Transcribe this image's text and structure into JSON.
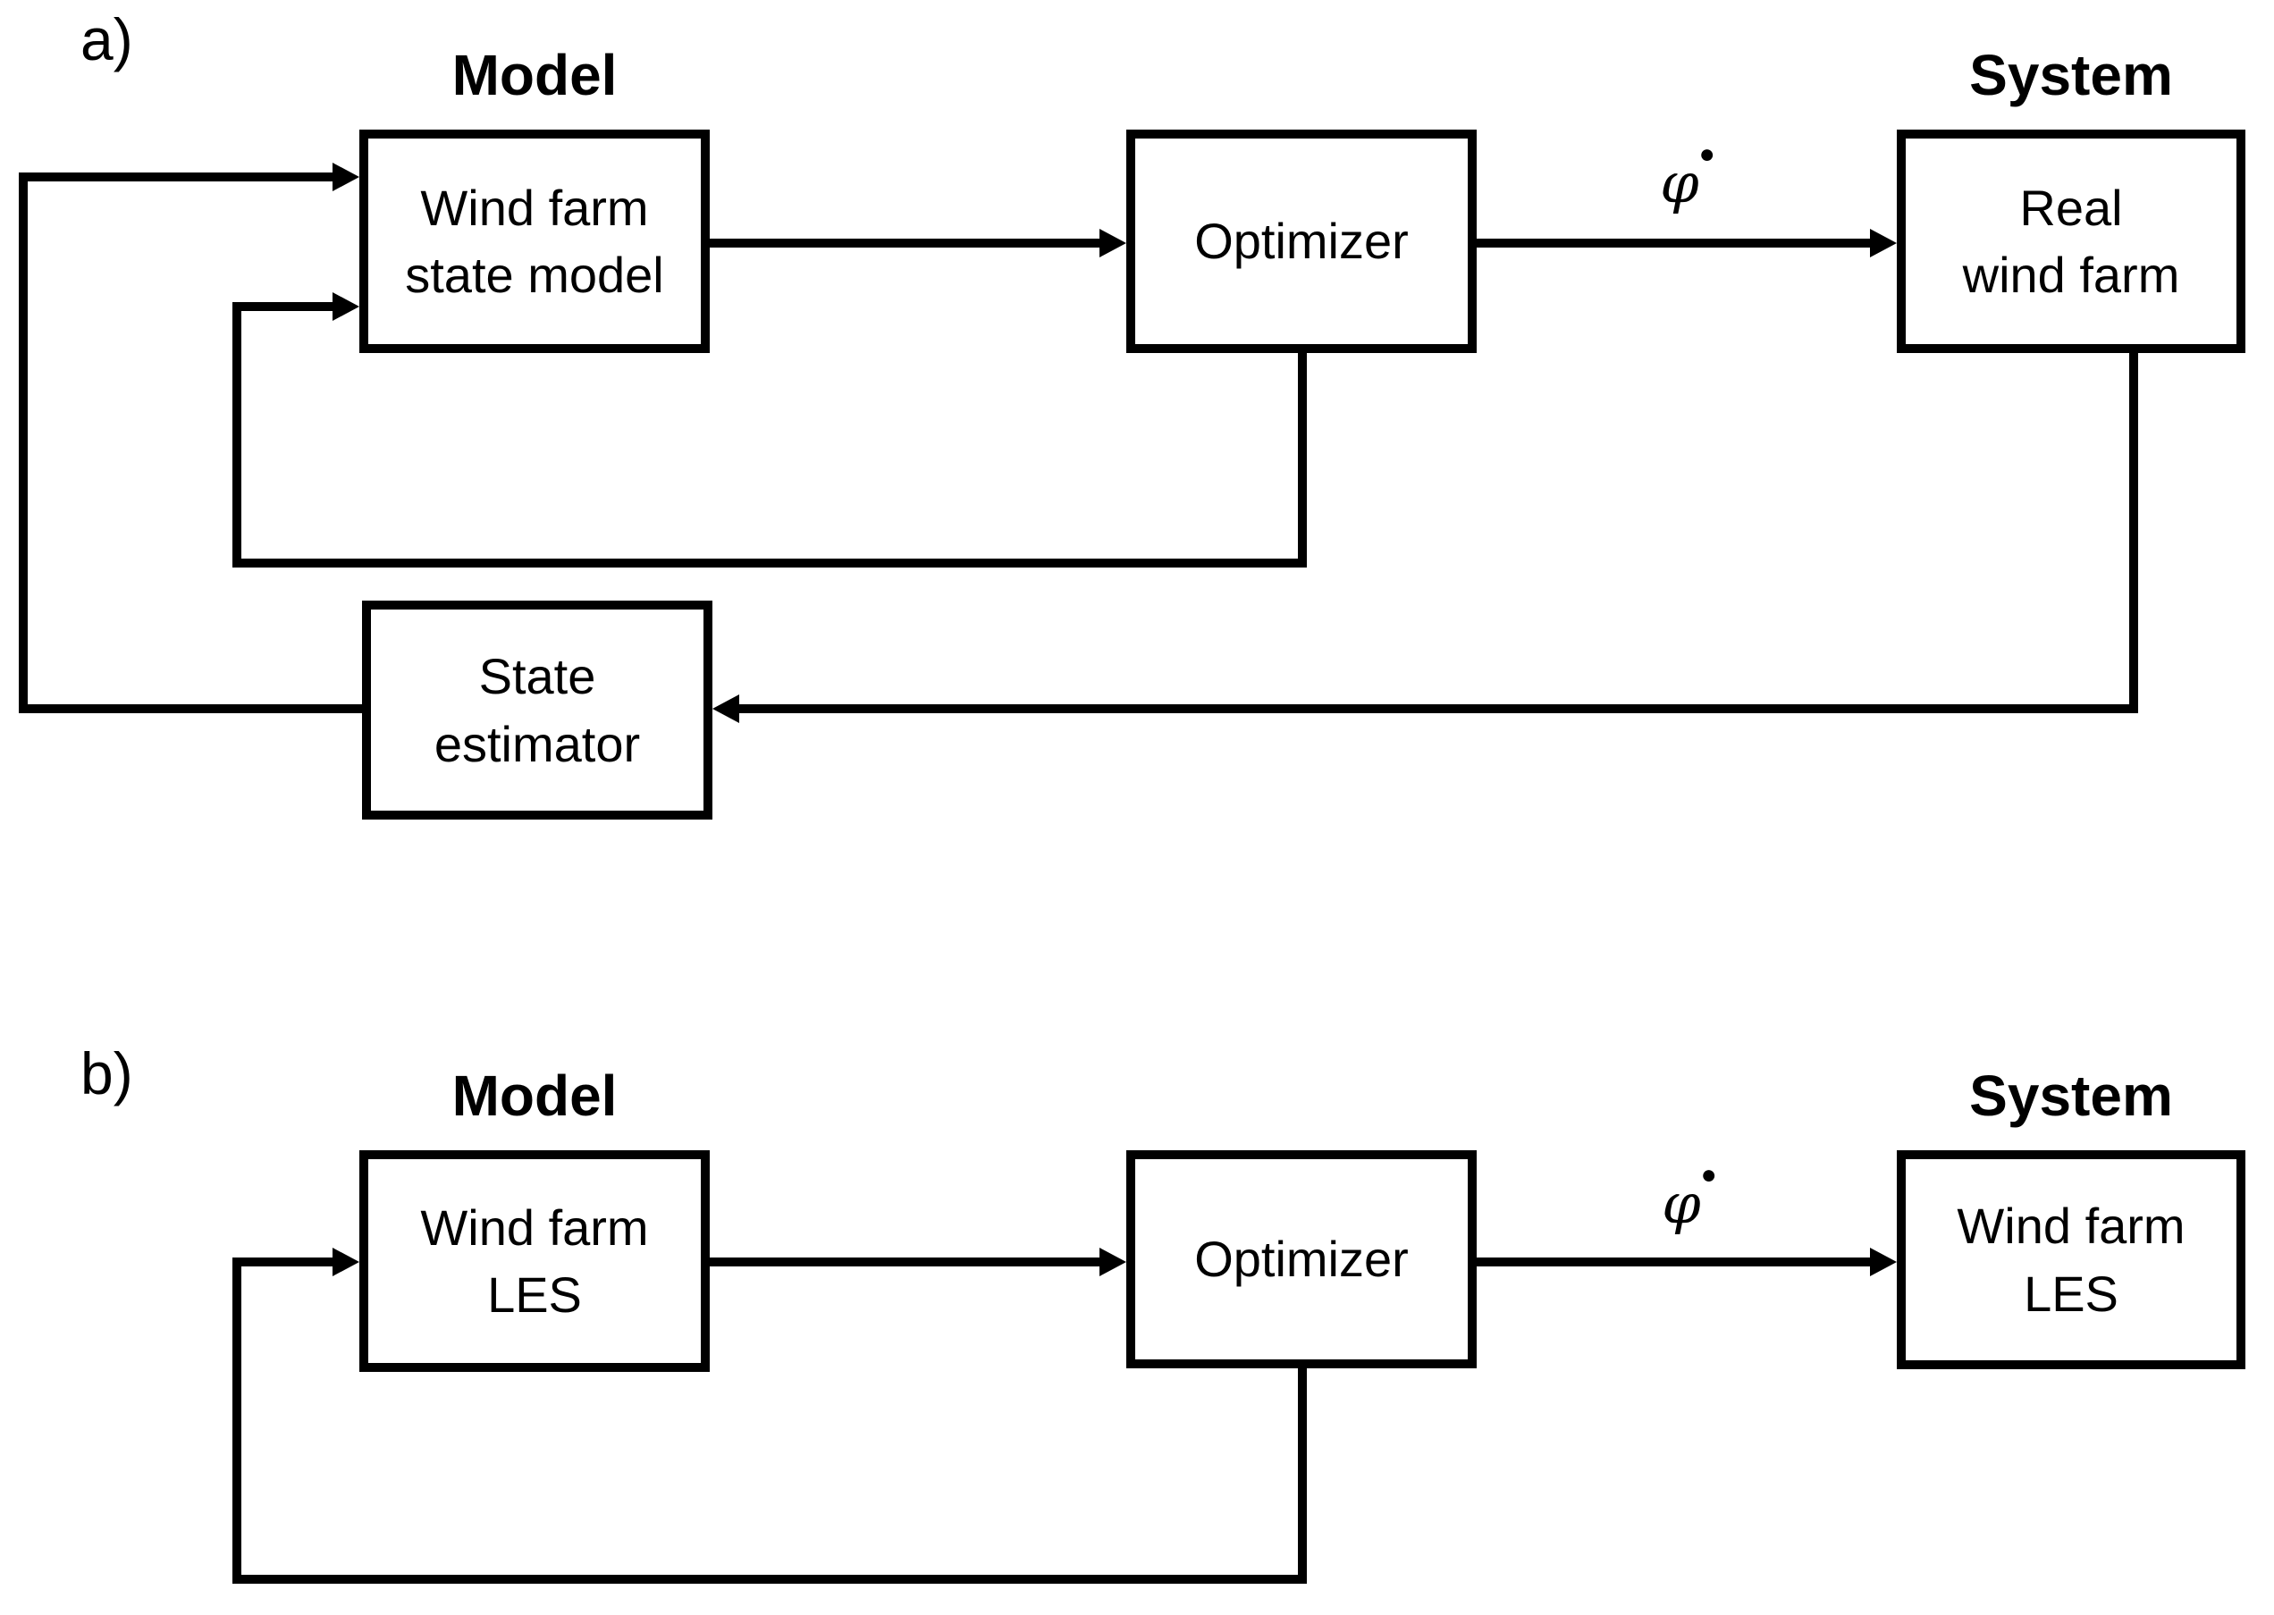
{
  "figure": {
    "background_color": "#ffffff",
    "line_color": "#000000"
  },
  "section_a": {
    "label": "a)",
    "headings": {
      "model": "Model",
      "system": "System"
    },
    "boxes": {
      "model": {
        "line1": "Wind farm",
        "line2": "state model"
      },
      "optimizer": {
        "line1": "Optimizer"
      },
      "system": {
        "line1": "Real",
        "line2": "wind farm"
      },
      "estimator": {
        "line1": "State",
        "line2": "estimator"
      }
    },
    "signal": {
      "symbol": "φ",
      "superscript": "●"
    }
  },
  "section_b": {
    "label": "b)",
    "headings": {
      "model": "Model",
      "system": "System"
    },
    "boxes": {
      "model": {
        "line1": "Wind farm",
        "line2": "LES"
      },
      "optimizer": {
        "line1": "Optimizer"
      },
      "system": {
        "line1": "Wind farm",
        "line2": "LES"
      }
    },
    "signal": {
      "symbol": "φ",
      "superscript": "●"
    }
  }
}
